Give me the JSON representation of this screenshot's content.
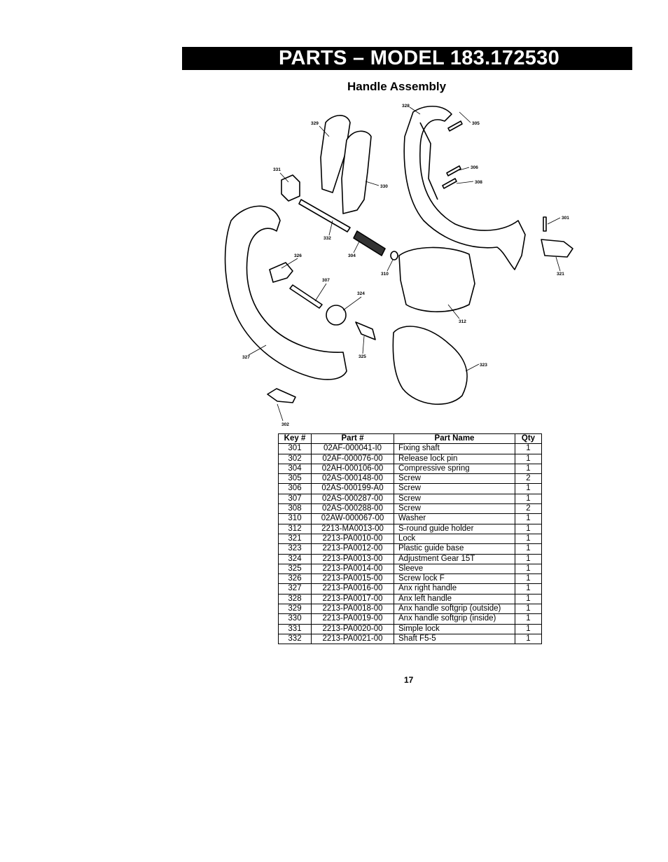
{
  "header": {
    "title": "PARTS – MODEL 183.172530"
  },
  "section": {
    "title": "Handle Assembly"
  },
  "diagram": {
    "callouts": [
      "328",
      "305",
      "329",
      "306",
      "308",
      "331",
      "330",
      "301",
      "332",
      "304",
      "326",
      "310",
      "321",
      "307",
      "324",
      "312",
      "325",
      "327",
      "323",
      "302"
    ]
  },
  "table": {
    "headers": [
      "Key #",
      "Part #",
      "Part Name",
      "Qty"
    ],
    "rows": [
      [
        "301",
        "02AF-000041-I0",
        "Fixing shaft",
        "1"
      ],
      [
        "302",
        "02AF-000076-00",
        "Release lock pin",
        "1"
      ],
      [
        "304",
        "02AH-000106-00",
        "Compressive spring",
        "1"
      ],
      [
        "305",
        "02AS-000148-00",
        "Screw",
        "2"
      ],
      [
        "306",
        "02AS-000199-A0",
        "Screw",
        "1"
      ],
      [
        "307",
        "02AS-000287-00",
        "Screw",
        "1"
      ],
      [
        "308",
        "02AS-000288-00",
        "Screw",
        "2"
      ],
      [
        "310",
        "02AW-000067-00",
        "Washer",
        "1"
      ],
      [
        "312",
        "2213-MA0013-00",
        "S-round guide holder",
        "1"
      ],
      [
        "321",
        "2213-PA0010-00",
        "Lock",
        "1"
      ],
      [
        "323",
        "2213-PA0012-00",
        "Plastic guide base",
        "1"
      ],
      [
        "324",
        "2213-PA0013-00",
        "Adjustment Gear 15T",
        "1"
      ],
      [
        "325",
        "2213-PA0014-00",
        "Sleeve",
        "1"
      ],
      [
        "326",
        "2213-PA0015-00",
        "Screw lock F",
        "1"
      ],
      [
        "327",
        "2213-PA0016-00",
        "Anx right handle",
        "1"
      ],
      [
        "328",
        "2213-PA0017-00",
        "Anx left handle",
        "1"
      ],
      [
        "329",
        "2213-PA0018-00",
        "Anx handle softgrip (outside)",
        "1"
      ],
      [
        "330",
        "2213-PA0019-00",
        "Anx handle softgrip (inside)",
        "1"
      ],
      [
        "331",
        "2213-PA0020-00",
        "Simple lock",
        "1"
      ],
      [
        "332",
        "2213-PA0021-00",
        "Shaft F5-5",
        "1"
      ]
    ]
  },
  "footer": {
    "page_number": "17"
  }
}
